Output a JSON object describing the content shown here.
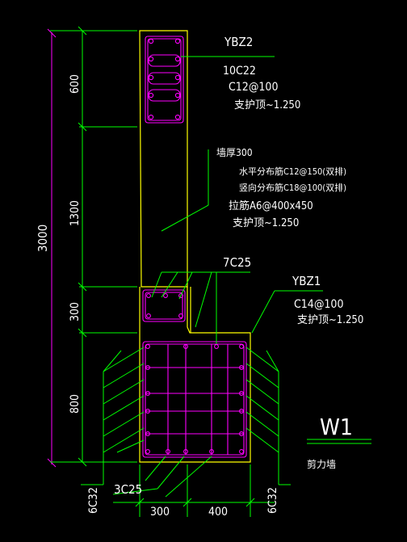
{
  "colors": {
    "background": "#000000",
    "outline": "#ffff00",
    "rebar": "#ff00ff",
    "dimension": "#00ff00",
    "text": "#ffffff"
  },
  "drawing_label": {
    "title": "W1",
    "subtitle": "剪力墙"
  },
  "dimensions": {
    "total_height": "3000",
    "segment_heights": [
      "600",
      "1300",
      "300",
      "800"
    ],
    "bottom_widths": [
      "300",
      "400"
    ]
  },
  "annotations": {
    "ybz2": {
      "name": "YBZ2",
      "lines": [
        "10C22",
        "C12@100",
        "支护顶~1.250"
      ]
    },
    "wall": {
      "lines": [
        "墙厚300",
        "水平分布筋C12@150(双排)",
        "竖向分布筋C18@100(双排)",
        "拉筋A6@400x450",
        "支护顶~1.250"
      ]
    },
    "rebar_7c25": "7C25",
    "ybz1": {
      "name": "YBZ1",
      "lines": [
        "C14@100",
        "支护顶~1.250"
      ]
    },
    "rebar_3c25": "3C25",
    "rebar_6c32_left": "6C32",
    "rebar_6c32_right": "6C32"
  }
}
